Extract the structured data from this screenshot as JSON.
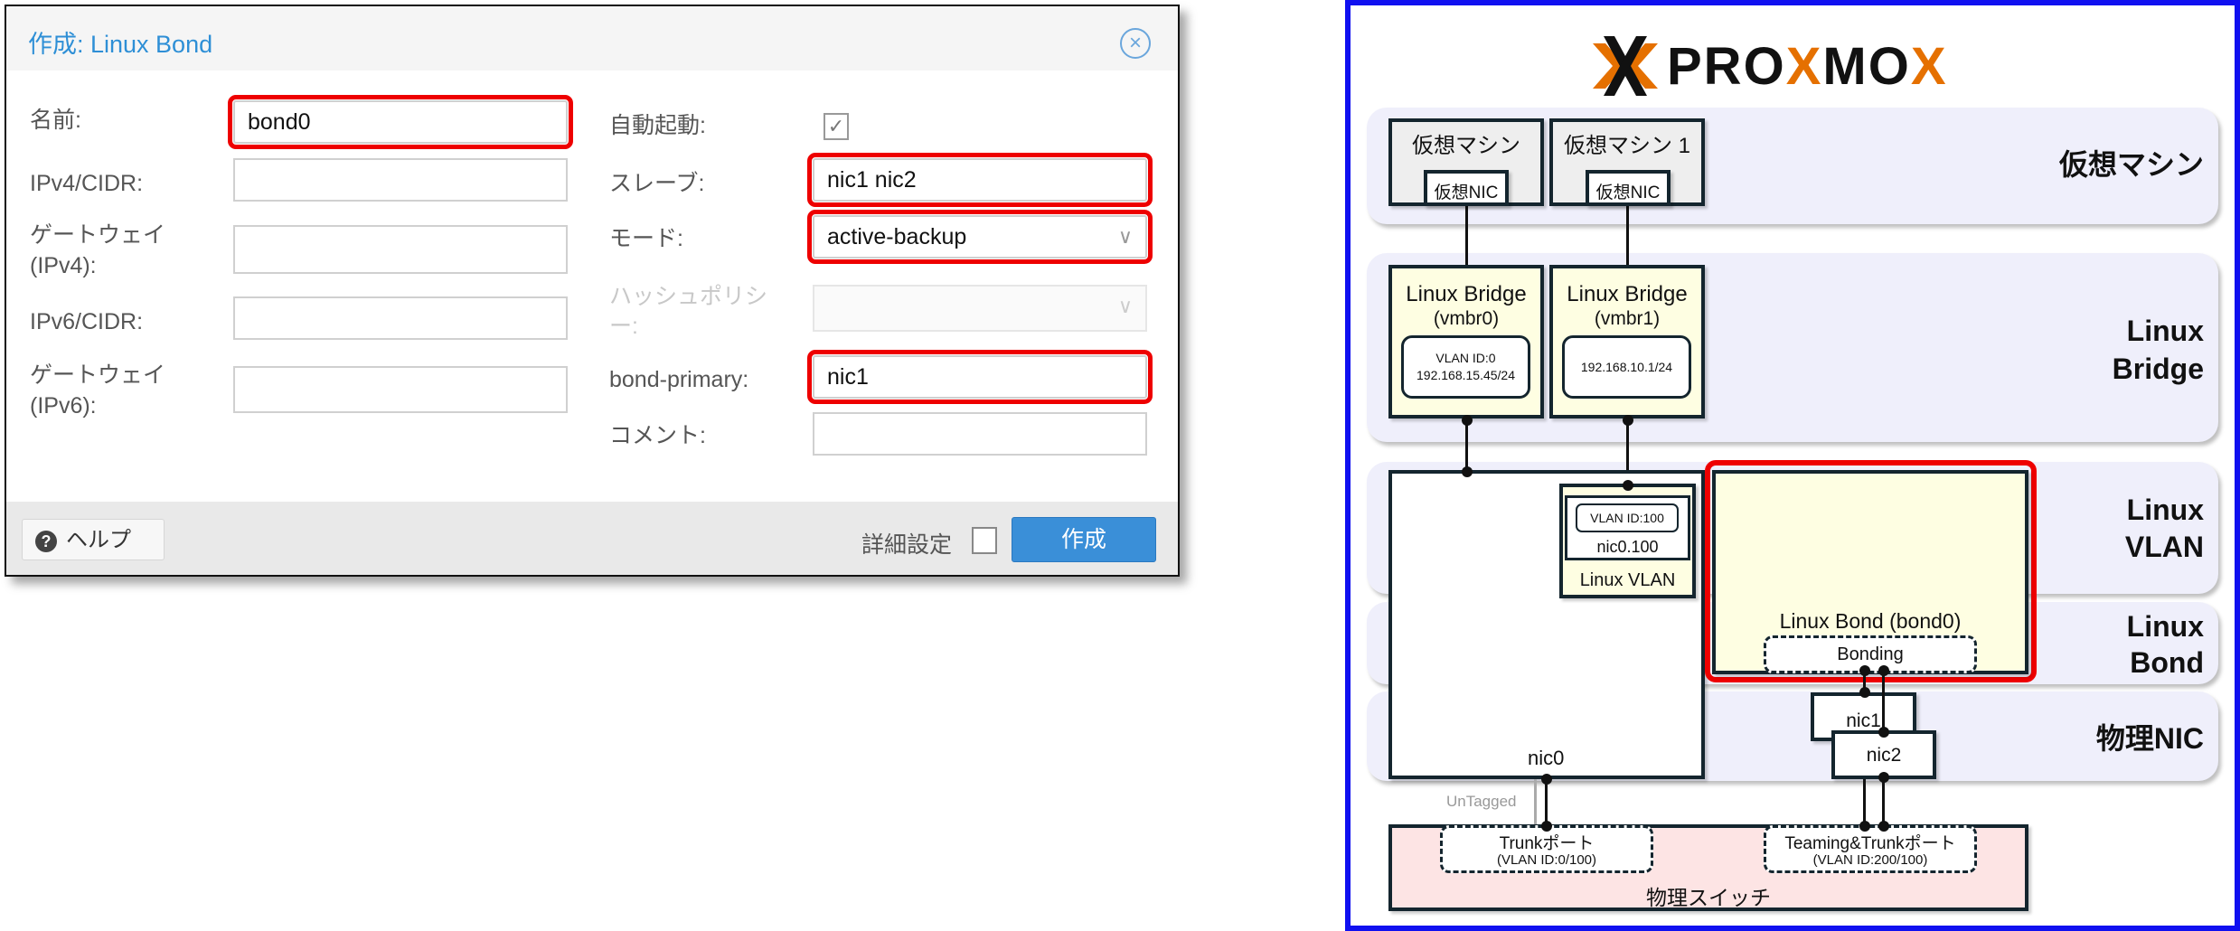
{
  "dialog": {
    "title": "作成: Linux Bond",
    "close_icon": "close-circle-icon",
    "left_fields": [
      {
        "label": "名前:",
        "value": "bond0"
      },
      {
        "label": "IPv4/CIDR:",
        "value": ""
      },
      {
        "label": "ゲートウェイ",
        "label2": "(IPv4):",
        "value": ""
      },
      {
        "label": "IPv6/CIDR:",
        "value": ""
      },
      {
        "label": "ゲートウェイ",
        "label2": "(IPv6):",
        "value": ""
      }
    ],
    "right_fields": [
      {
        "label": "自動起動:",
        "checked": true
      },
      {
        "label": "スレーブ:",
        "value": "nic1 nic2"
      },
      {
        "label": "モード:",
        "value": "active-backup"
      },
      {
        "label": "ハッシュポリシ",
        "label2": "ー:",
        "value": "",
        "disabled": true
      },
      {
        "label": "bond-primary:",
        "value": "nic1"
      },
      {
        "label": "コメント:",
        "value": ""
      }
    ],
    "footer": {
      "help_label": "ヘルプ",
      "help_icon": "?",
      "advanced_label": "詳細設定",
      "advanced_checked": false,
      "create_label": "作成"
    },
    "highlight_color": "#ee0000",
    "accent": "#3a8fd8"
  },
  "diagram": {
    "logo": {
      "part1": "PRO",
      "x1": "X",
      "part2": "MO",
      "x2": "X"
    },
    "layers": {
      "vm": "仮想マシン",
      "bridge_1": "Linux",
      "bridge_2": "Bridge",
      "vlan_1": "Linux",
      "vlan_2": "VLAN",
      "bond_1": "Linux",
      "bond_2": "Bond",
      "nic": "物理NIC"
    },
    "vms": [
      {
        "name": "仮想マシン",
        "nic": "仮想NIC"
      },
      {
        "name": "仮想マシン 1",
        "nic": "仮想NIC"
      }
    ],
    "bridges": [
      {
        "name": "Linux Bridge",
        "dev": "(vmbr0)",
        "info1": "VLAN ID:0",
        "info2": "192.168.15.45/24"
      },
      {
        "name": "Linux Bridge",
        "dev": "(vmbr1)",
        "info1": "192.168.10.1/24"
      }
    ],
    "vlan": {
      "id": "VLAN ID:100",
      "dev": "nic0.100",
      "name": "Linux VLAN"
    },
    "bond": {
      "name": "Linux Bond (bond0)",
      "mode": "Bonding"
    },
    "nics": [
      "nic0",
      "nic1",
      "nic2"
    ],
    "untagged": "UnTagged",
    "switch": {
      "name": "物理スイッチ",
      "port1": "Trunkポート",
      "port1_vlan": "(VLAN ID:0/100)",
      "port2": "Teaming&Trunkポート",
      "port2_vlan": "(VLAN ID:200/100)"
    }
  }
}
